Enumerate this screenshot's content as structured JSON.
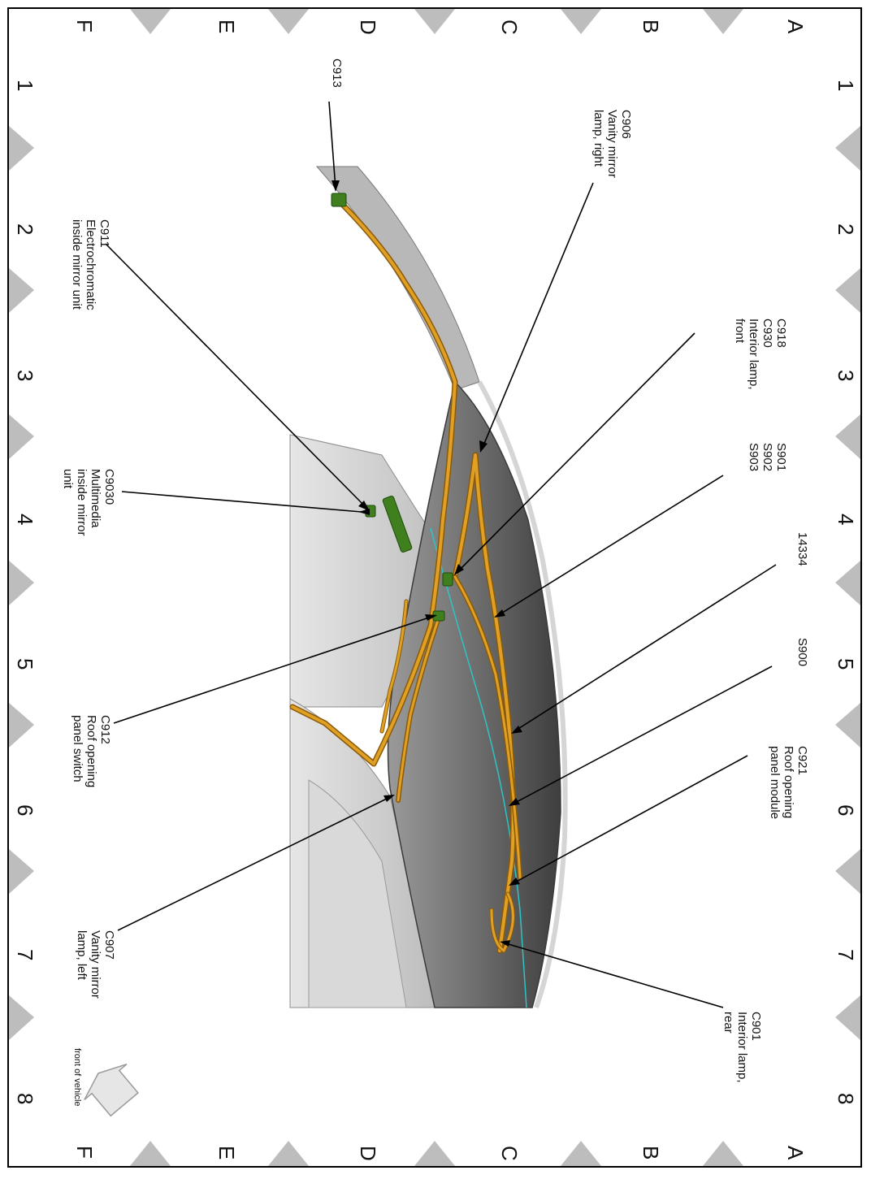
{
  "grid": {
    "letters": [
      "A",
      "B",
      "C",
      "D",
      "E",
      "F"
    ],
    "numbers": [
      "1",
      "2",
      "3",
      "4",
      "5",
      "6",
      "7",
      "8"
    ]
  },
  "callouts": [
    {
      "id": "c913",
      "lines": [
        "C913"
      ]
    },
    {
      "id": "c906",
      "lines": [
        "C906",
        "Vanity mirror",
        "lamp, right"
      ]
    },
    {
      "id": "c911",
      "lines": [
        "C911",
        "Electrochromatic",
        "inside mirror unit"
      ]
    },
    {
      "id": "c918",
      "lines": [
        "C918",
        "C930",
        "Interior lamp,",
        "front"
      ]
    },
    {
      "id": "s901",
      "lines": [
        "S901",
        "S902",
        "S903"
      ]
    },
    {
      "id": "c9030",
      "lines": [
        "C9030",
        "Multimedia",
        "inside mirror",
        "unit"
      ]
    },
    {
      "id": "p14334",
      "lines": [
        "14334"
      ]
    },
    {
      "id": "s900",
      "lines": [
        "S900"
      ]
    },
    {
      "id": "c912",
      "lines": [
        "C912",
        "Roof opening",
        "panel switch"
      ]
    },
    {
      "id": "c921",
      "lines": [
        "C921",
        "Roof opening",
        "panel module"
      ]
    },
    {
      "id": "c907",
      "lines": [
        "C907",
        "Vanity mirror",
        "lamp, left"
      ]
    },
    {
      "id": "c901",
      "lines": [
        "C901",
        "Interior lamp,",
        "rear"
      ]
    }
  ],
  "front_indicator": "front of vehicle",
  "colors": {
    "harness": "#d9961c",
    "harness_dark": "#8a5a08",
    "connector": "#3f7f1e",
    "roof_shell": "#5e5e5e",
    "body_panel": "#c9c9c9",
    "cyan_line": "#2ec4c4",
    "grid_marker": "#bdbdbd"
  }
}
